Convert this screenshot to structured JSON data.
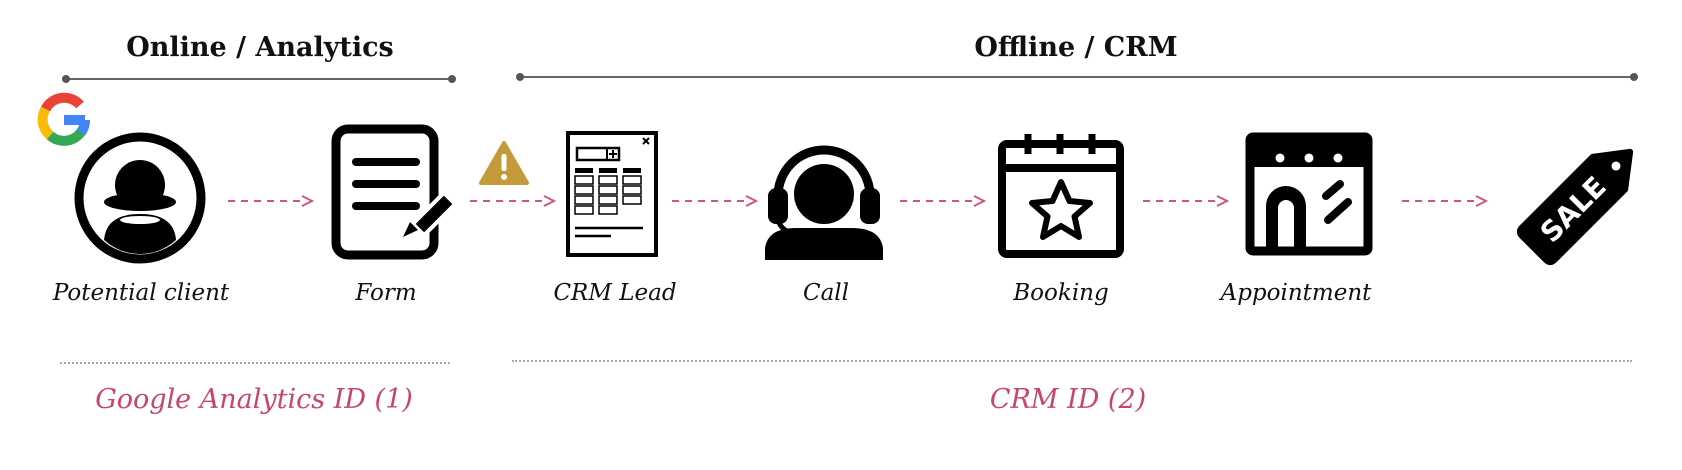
{
  "sections": {
    "online": {
      "title": "Online / Analytics"
    },
    "offline": {
      "title": "Offline / CRM"
    }
  },
  "steps": [
    {
      "label": "Potential client",
      "icon": "person-icon"
    },
    {
      "label": "Form",
      "icon": "form-icon"
    },
    {
      "label": "CRM Lead",
      "icon": "crm-lead-icon"
    },
    {
      "label": "Call",
      "icon": "headset-icon"
    },
    {
      "label": "Booking",
      "icon": "calendar-star-icon"
    },
    {
      "label": "Appointment",
      "icon": "storefront-icon"
    },
    {
      "label": "",
      "icon": "sale-tag-icon"
    }
  ],
  "sale_tag": {
    "text": "SALE"
  },
  "warning_icon": {
    "name": "warning-icon",
    "color": "#C49A3A"
  },
  "google_logo": {
    "name": "google-logo-icon",
    "letter": "G"
  },
  "ids": {
    "analytics": "Google Analytics ID (1)",
    "crm": "CRM ID (2)"
  },
  "colors": {
    "id_text": "#C8456A",
    "arrow": "#D0577A",
    "bracket": "#666666",
    "dotted": "#AAAAAA"
  }
}
